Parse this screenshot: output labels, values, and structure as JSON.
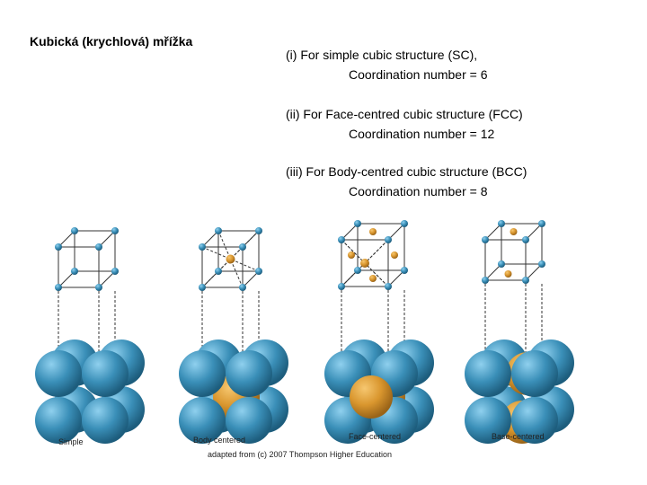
{
  "title": "Kubická (krychlová) mřížka",
  "items": [
    {
      "heading": "(i) For simple cubic structure (SC),",
      "detail": "Coordination number = 6"
    },
    {
      "heading": "(ii) For Face-centred cubic structure (FCC)",
      "detail": "Coordination number = 12"
    },
    {
      "heading": "(iii) For Body-centred cubic structure (BCC)",
      "detail": "Coordination number = 8"
    }
  ],
  "figure": {
    "captions": [
      "Simple",
      "Body centered",
      "Face-centered",
      "Base-centered"
    ],
    "credit": "adapted from (c) 2007 Thompson Higher Education",
    "colors": {
      "corner_atom": "#3a8fb8",
      "center_atom": "#d9962e",
      "edge": "#333333"
    }
  }
}
